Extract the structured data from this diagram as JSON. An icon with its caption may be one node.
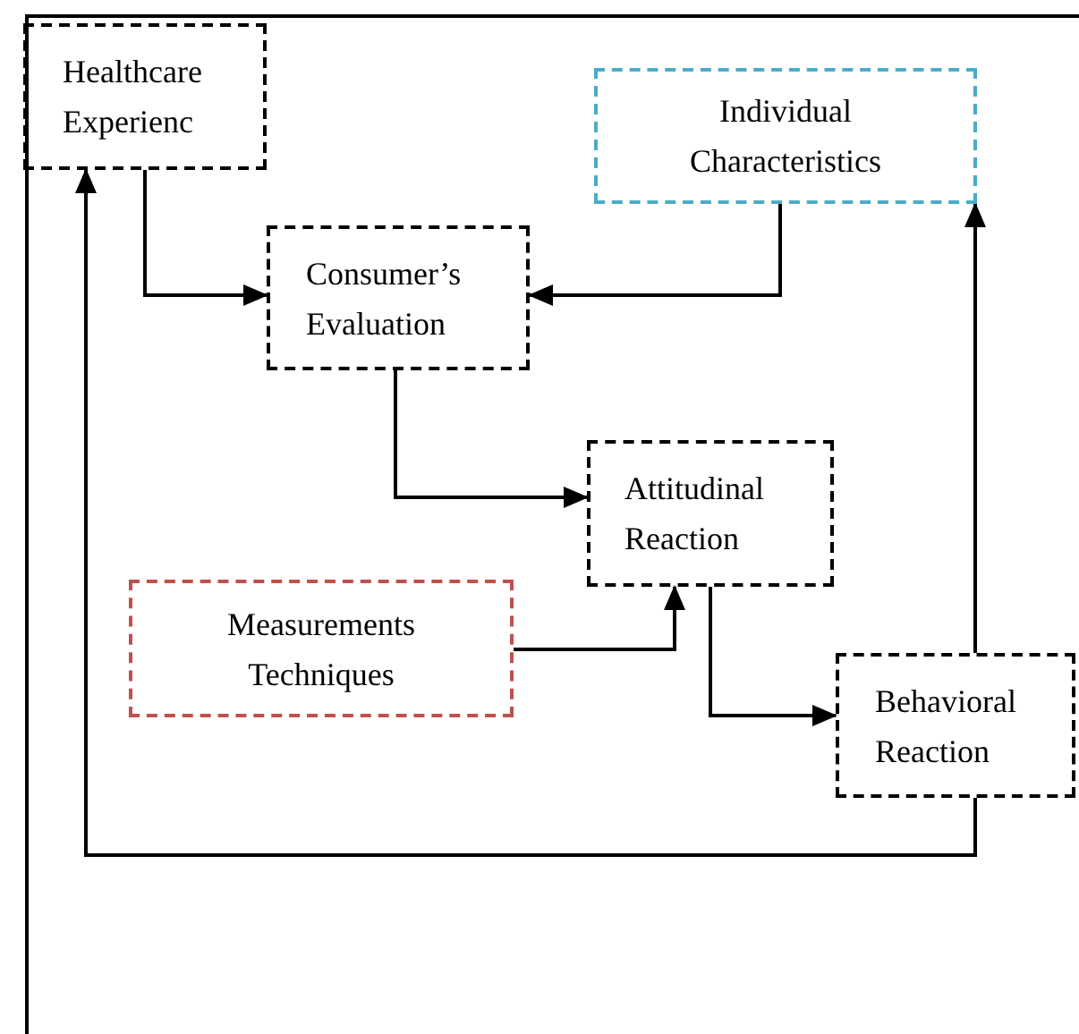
{
  "diagram": {
    "nodes": [
      {
        "text": [
          "Healthcare Experienc"
        ]
      },
      {
        "text": [
          "Individual Characteristics"
        ]
      },
      {
        "text": [
          "Consumer’s Evaluation"
        ]
      },
      {
        "text": [
          "Attitudinal Reaction"
        ]
      },
      {
        "text": [
          "Measurements Techniques"
        ]
      },
      {
        "text": [
          "Behavioral Reaction"
        ]
      }
    ],
    "edges": [
      {
        "from": 0,
        "to": 2,
        "arrow": "to"
      },
      {
        "from": 1,
        "to": 2,
        "arrow": "to"
      },
      {
        "from": 2,
        "to": 3,
        "arrow": "to"
      },
      {
        "from": 4,
        "to": 3,
        "arrow": "to"
      },
      {
        "from": 3,
        "to": 5,
        "arrow": "to"
      },
      {
        "from": 5,
        "to": 1,
        "arrow": "to"
      },
      {
        "from": 5,
        "to": 0,
        "arrow": "to"
      }
    ]
  }
}
